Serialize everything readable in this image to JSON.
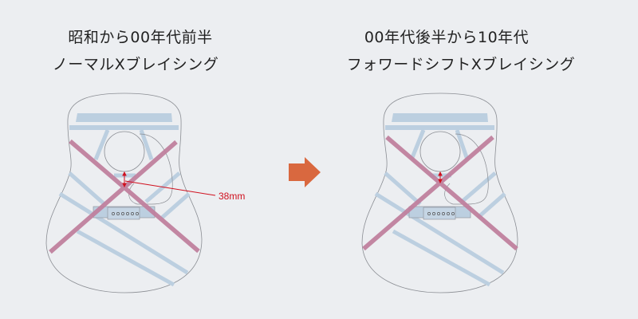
{
  "left": {
    "title_line1": "昭和から00年代前半",
    "title_line2": "ノーマルXブレイシング",
    "measurement": "38mm"
  },
  "right": {
    "title_line1": "00年代後半から10年代",
    "title_line2": "フォワードシフトXブレイシング"
  },
  "colors": {
    "background": "#eceef1",
    "tone_bars": "#bccfe0",
    "x_brace": "#c0819e",
    "measurement": "#d0101e",
    "arrow": "#d9683f"
  }
}
